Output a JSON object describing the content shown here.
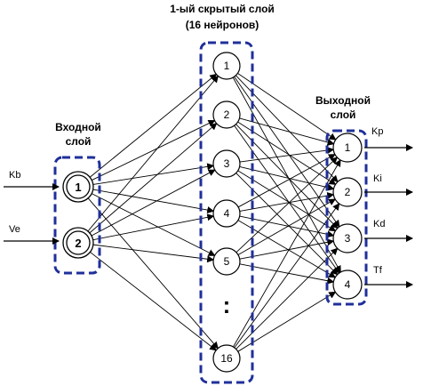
{
  "hidden_layer": {
    "title_line1": "1-ый скрытый слой",
    "title_line2": "(16 нейронов)",
    "nodes": [
      {
        "id": "h1",
        "label": "1"
      },
      {
        "id": "h2",
        "label": "2"
      },
      {
        "id": "h3",
        "label": "3"
      },
      {
        "id": "h4",
        "label": "4"
      },
      {
        "id": "h5",
        "label": "5"
      },
      {
        "id": "h16",
        "label": "16"
      }
    ],
    "ellipsis": ":"
  },
  "input_layer": {
    "title_line1": "Входной",
    "title_line2": "слой",
    "nodes": [
      {
        "id": "in1",
        "label": "1"
      },
      {
        "id": "in2",
        "label": "2"
      }
    ],
    "inputs": [
      "Kb",
      "Ve"
    ]
  },
  "output_layer": {
    "title_line1": "Выходной",
    "title_line2": "слой",
    "nodes": [
      {
        "id": "o1",
        "label": "1"
      },
      {
        "id": "o2",
        "label": "2"
      },
      {
        "id": "o3",
        "label": "3"
      },
      {
        "id": "o4",
        "label": "4"
      }
    ],
    "outputs": [
      "Kp",
      "Ki",
      "Kd",
      "Tf"
    ]
  },
  "colors": {
    "box": "#1f2f9a",
    "line": "#000000"
  }
}
